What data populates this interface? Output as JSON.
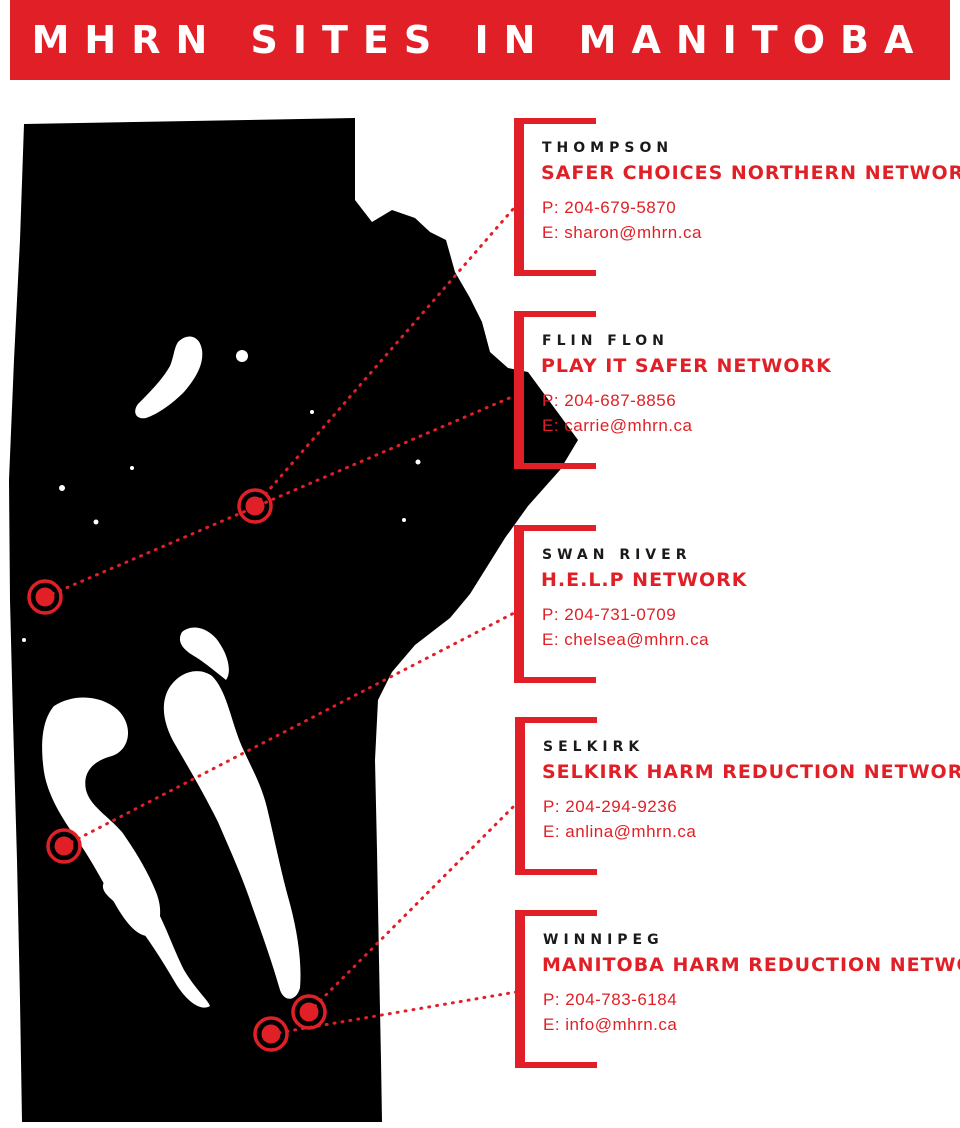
{
  "title": "MHRN SITES IN MANITOBA",
  "colors": {
    "accent": "#e11f26",
    "map": "#000000",
    "lakes": "#ffffff",
    "background": "#ffffff"
  },
  "sites": [
    {
      "city": "THOMPSON",
      "network": "SAFER CHOICES NORTHERN NETWORK",
      "phone": "P: 204-679-5870",
      "email": "E: sharon@mhrn.ca"
    },
    {
      "city": "FLIN FLON",
      "network": "PLAY IT SAFER NETWORK",
      "phone": "P: 204-687-8856",
      "email": "E: carrie@mhrn.ca"
    },
    {
      "city": "SWAN RIVER",
      "network": "H.E.L.P NETWORK",
      "phone": "P: 204-731-0709",
      "email": "E: chelsea@mhrn.ca"
    },
    {
      "city": "SELKIRK",
      "network": "SELKIRK HARM REDUCTION NETWORK",
      "phone": "P: 204-294-9236",
      "email": "E: anlina@mhrn.ca"
    },
    {
      "city": "WINNIPEG",
      "network": "MANITOBA HARM REDUCTION NETWORK",
      "phone": "P: 204-783-6184",
      "email": "E: info@mhrn.ca"
    }
  ]
}
